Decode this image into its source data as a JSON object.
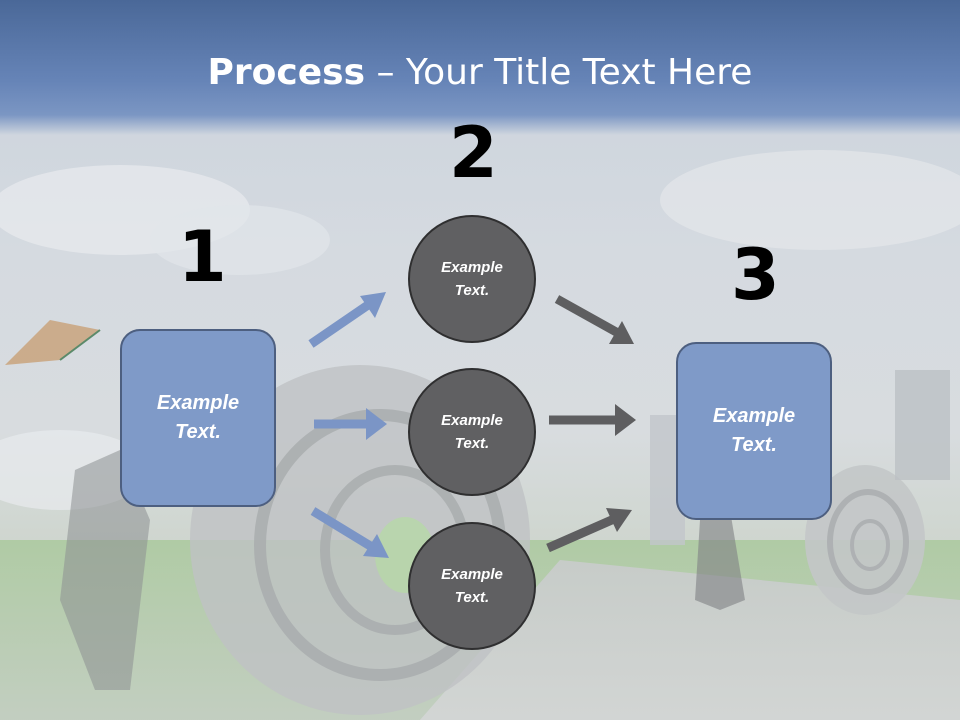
{
  "title": {
    "bold": "Process",
    "rest": " – Your Title Text Here"
  },
  "steps": [
    {
      "number": "1",
      "box_text_line1": "Example",
      "box_text_line2": "Text."
    },
    {
      "number": "2"
    },
    {
      "number": "3",
      "box_text_line1": "Example",
      "box_text_line2": "Text."
    }
  ],
  "circles": [
    {
      "line1": "Example",
      "line2": "Text."
    },
    {
      "line1": "Example",
      "line2": "Text."
    },
    {
      "line1": "Example",
      "line2": "Text."
    }
  ],
  "colors": {
    "box_fill": "#7f9ac8",
    "circle_fill": "#606062",
    "blue_arrow": "#7b95c6",
    "gray_arrow": "#5e5e60"
  }
}
